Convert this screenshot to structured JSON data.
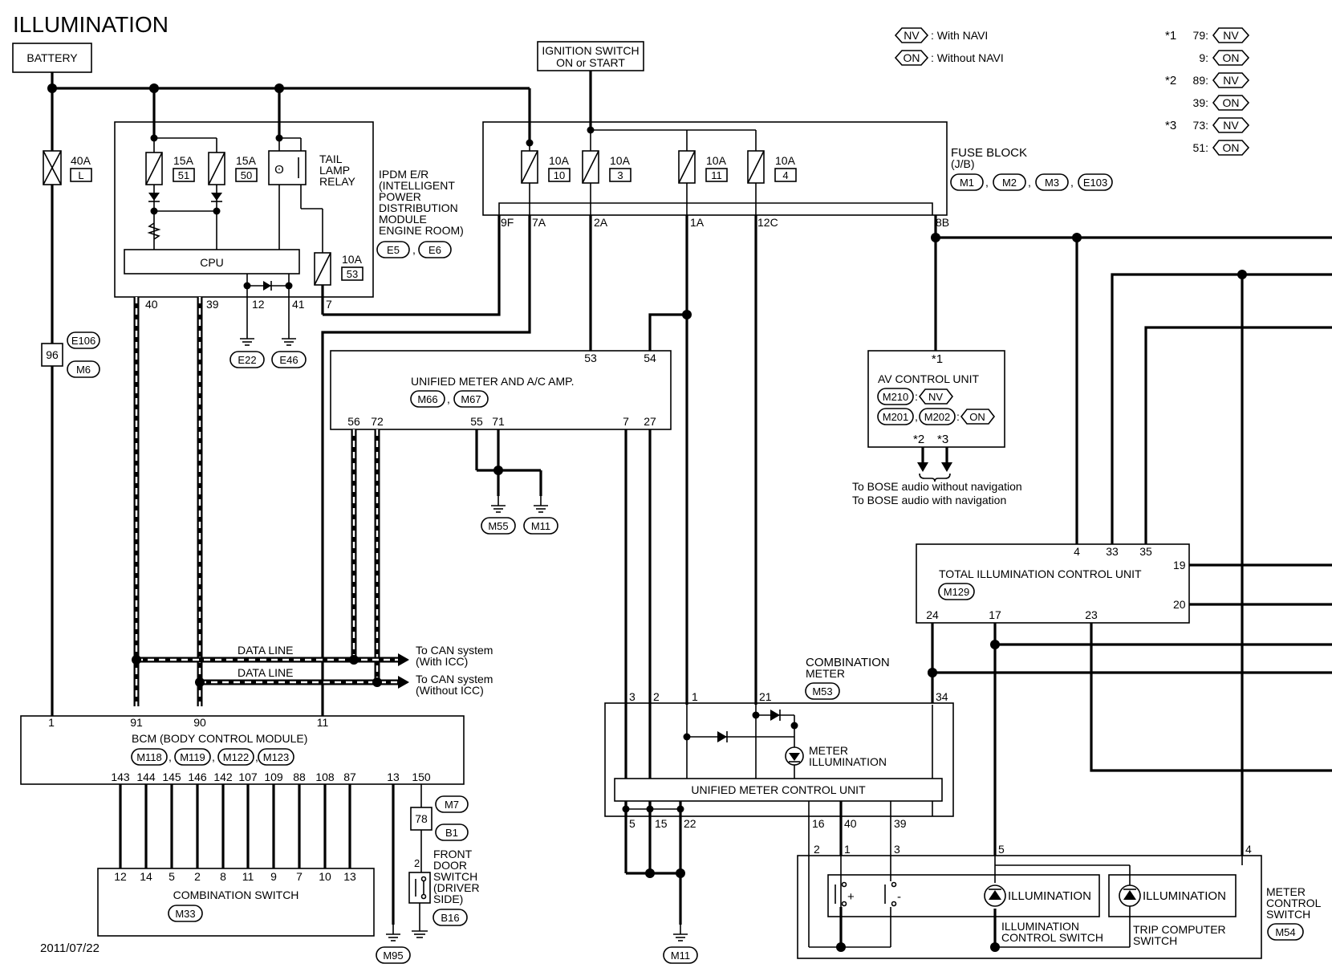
{
  "title": "ILLUMINATION",
  "date": "2011/07/22",
  "legend": {
    "nv_code": "NV",
    "nv_label": ": With NAVI",
    "on_code": "ON",
    "on_label": ": Without NAVI"
  },
  "notes": [
    {
      "star": "*1",
      "a_num": "79:",
      "a_code": "NV",
      "b_num": "9:",
      "b_code": "ON"
    },
    {
      "star": "*2",
      "a_num": "89:",
      "a_code": "NV",
      "b_num": "39:",
      "b_code": "ON"
    },
    {
      "star": "*3",
      "a_num": "73:",
      "a_code": "NV",
      "b_num": "51:",
      "b_code": "ON"
    }
  ],
  "battery": "BATTERY",
  "ignition": {
    "line1": "IGNITION SWITCH",
    "line2": "ON or START"
  },
  "fuse40": {
    "amp": "40A",
    "id": "L"
  },
  "ipdm": {
    "fuses": [
      {
        "amp": "15A",
        "id": "51"
      },
      {
        "amp": "15A",
        "id": "50"
      },
      {
        "amp": "10A",
        "id": "53"
      }
    ],
    "relay": [
      "TAIL",
      "LAMP",
      "RELAY"
    ],
    "cpu": "CPU",
    "label": [
      "IPDM E/R",
      "(INTELLIGENT",
      "POWER",
      "DISTRIBUTION",
      "MODULE",
      "ENGINE ROOM)"
    ],
    "connectors": [
      "E5",
      "E6"
    ],
    "pins": [
      "40",
      "39",
      "12",
      "41",
      "7"
    ]
  },
  "grounds": [
    "E22",
    "E46",
    "M55",
    "M11",
    "M95",
    "M11"
  ],
  "fuse_block": {
    "label": [
      "FUSE BLOCK",
      "(J/B)"
    ],
    "connectors": [
      "M1",
      "M2",
      "M3",
      "E103"
    ],
    "fuses": [
      {
        "amp": "10A",
        "id": "10"
      },
      {
        "amp": "10A",
        "id": "3"
      },
      {
        "amp": "10A",
        "id": "11"
      },
      {
        "amp": "10A",
        "id": "4"
      }
    ],
    "pins": [
      "9F",
      "7A",
      "2A",
      "1A",
      "12C",
      "8B"
    ]
  },
  "harness": {
    "id": "96",
    "c1": "E106",
    "c2": "M6"
  },
  "unified_amp": {
    "label": "UNIFIED METER AND A/C AMP.",
    "connectors": [
      "M66",
      "M67"
    ],
    "top_pins": [
      "53",
      "54"
    ],
    "bottom_pins": [
      "56",
      "72",
      "55",
      "71",
      "7",
      "27"
    ]
  },
  "av_unit": {
    "star": "*1",
    "label": "AV CONTROL UNIT",
    "row1_conn": "M210",
    "row1_code": "NV",
    "row2_conn1": "M201",
    "row2_conn2": "M202",
    "row2_code": "ON",
    "stars": [
      "*2",
      "*3"
    ],
    "to1": "To BOSE audio without navigation",
    "to2": "To BOSE audio with navigation"
  },
  "total_illum": {
    "label": "TOTAL ILLUMINATION CONTROL UNIT",
    "connector": "M129",
    "top_pins": [
      "4",
      "33",
      "35"
    ],
    "side_pins": [
      "19",
      "20"
    ],
    "bottom_pins": [
      "24",
      "17",
      "23"
    ]
  },
  "data_lines": {
    "line1": "DATA LINE",
    "line2": "DATA LINE",
    "to1": [
      "To CAN system",
      "(With ICC)"
    ],
    "to2": [
      "To CAN system",
      "(Without ICC)"
    ]
  },
  "combo_meter": {
    "label": [
      "COMBINATION",
      "METER"
    ],
    "connector": "M53",
    "top_pins": [
      "3",
      "2",
      "1",
      "21",
      "34"
    ],
    "illum": [
      "METER",
      "ILLUMINATION"
    ],
    "unified": "UNIFIED METER CONTROL UNIT",
    "bottom_pins": [
      "5",
      "15",
      "22",
      "16",
      "40",
      "39"
    ]
  },
  "bcm": {
    "label": "BCM (BODY CONTROL MODULE)",
    "connectors": [
      "M118",
      "M119",
      "M122",
      "M123"
    ],
    "top_pins": [
      "1",
      "91",
      "90",
      "11"
    ],
    "bottom_pins": [
      "143",
      "144",
      "145",
      "146",
      "142",
      "107",
      "109",
      "88",
      "108",
      "87",
      "13",
      "150"
    ]
  },
  "combo_switch": {
    "label": "COMBINATION SWITCH",
    "connector": "M33",
    "pins": [
      "12",
      "14",
      "5",
      "2",
      "8",
      "11",
      "9",
      "7",
      "10",
      "13"
    ]
  },
  "door_switch": {
    "harness": "78",
    "c1": "M7",
    "c2": "B1",
    "pin": "2",
    "label": [
      "FRONT",
      "DOOR",
      "SWITCH",
      "(DRIVER",
      "SIDE)"
    ],
    "connector": "B16"
  },
  "meter_switch": {
    "top_pins": [
      "2",
      "1",
      "3",
      "5",
      "4"
    ],
    "plus": "+",
    "minus": "-",
    "illum1": "ILLUMINATION",
    "illum2": "ILLUMINATION",
    "sw1": [
      "ILLUMINATION",
      "CONTROL SWITCH"
    ],
    "sw2": [
      "TRIP COMPUTER",
      "SWITCH"
    ],
    "label": [
      "METER",
      "CONTROL",
      "SWITCH"
    ],
    "connector": "M54"
  }
}
